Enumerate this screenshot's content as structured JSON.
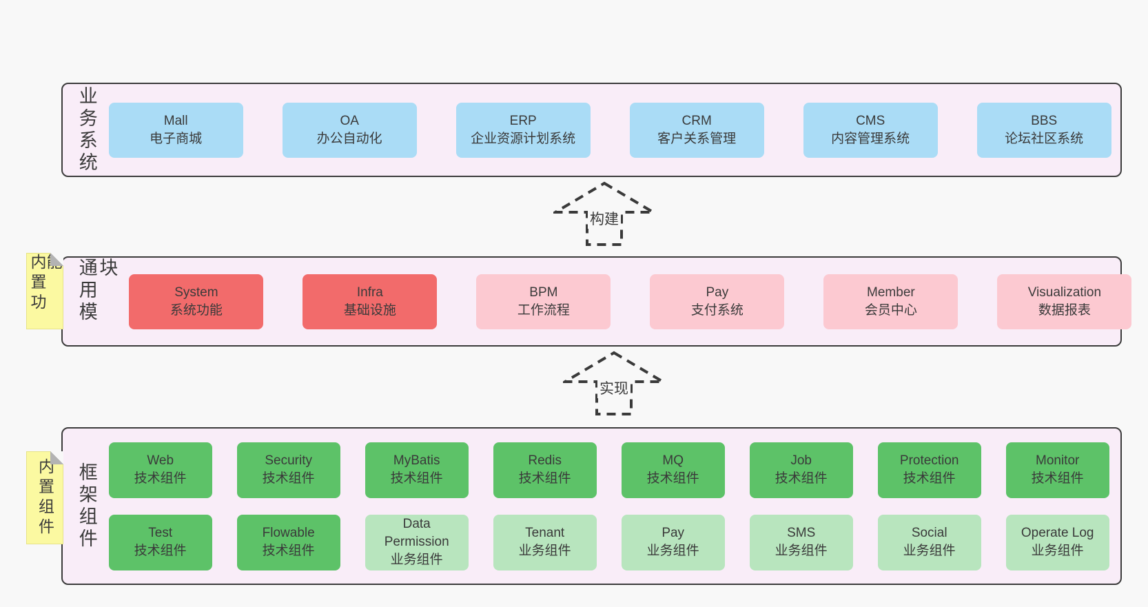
{
  "palette": {
    "page_bg": "#f8f8f8",
    "container_bg": "#f9edf8",
    "container_border": "#3b3b3b",
    "blue": "#aadcf6",
    "red": "#f26b6b",
    "pink": "#fcc9d1",
    "green": "#5dc268",
    "light_green": "#b8e5be",
    "note_bg": "#fbf9a1",
    "note_fold": "#b3b3b3",
    "text": "#3a3a3a"
  },
  "arrows": [
    {
      "label": "构建"
    },
    {
      "label": "实现"
    }
  ],
  "sections": [
    {
      "label": "业务系统",
      "rows": [
        [
          {
            "name": "Mall",
            "desc": "电子商城",
            "variant": "blue"
          },
          {
            "name": "OA",
            "desc": "办公自动化",
            "variant": "blue"
          },
          {
            "name": "ERP",
            "desc": "企业资源计划系统",
            "variant": "blue"
          },
          {
            "name": "CRM",
            "desc": "客户关系管理",
            "variant": "blue"
          },
          {
            "name": "CMS",
            "desc": "内容管理系统",
            "variant": "blue"
          },
          {
            "name": "BBS",
            "desc": "论坛社区系统",
            "variant": "blue"
          }
        ]
      ]
    },
    {
      "label": "通用模块",
      "note": "内置功能",
      "rows": [
        [
          {
            "name": "System",
            "desc": "系统功能",
            "variant": "red"
          },
          {
            "name": "Infra",
            "desc": "基础设施",
            "variant": "red"
          },
          {
            "name": "BPM",
            "desc": "工作流程",
            "variant": "pink"
          },
          {
            "name": "Pay",
            "desc": "支付系统",
            "variant": "pink"
          },
          {
            "name": "Member",
            "desc": "会员中心",
            "variant": "pink"
          },
          {
            "name": "Visualization",
            "desc": "数据报表",
            "variant": "pink"
          }
        ]
      ]
    },
    {
      "label": "框架组件",
      "note": "内置组件",
      "rows": [
        [
          {
            "name": "Web",
            "desc": "技术组件",
            "variant": "green"
          },
          {
            "name": "Security",
            "desc": "技术组件",
            "variant": "green"
          },
          {
            "name": "MyBatis",
            "desc": "技术组件",
            "variant": "green"
          },
          {
            "name": "Redis",
            "desc": "技术组件",
            "variant": "green"
          },
          {
            "name": "MQ",
            "desc": "技术组件",
            "variant": "green"
          },
          {
            "name": "Job",
            "desc": "技术组件",
            "variant": "green"
          },
          {
            "name": "Protection",
            "desc": "技术组件",
            "variant": "green"
          },
          {
            "name": "Monitor",
            "desc": "技术组件",
            "variant": "green"
          }
        ],
        [
          {
            "name": "Test",
            "desc": "技术组件",
            "variant": "green"
          },
          {
            "name": "Flowable",
            "desc": "技术组件",
            "variant": "green"
          },
          {
            "name": "Data Permission",
            "desc": "业务组件",
            "variant": "light-green"
          },
          {
            "name": "Tenant",
            "desc": "业务组件",
            "variant": "light-green"
          },
          {
            "name": "Pay",
            "desc": "业务组件",
            "variant": "light-green"
          },
          {
            "name": "SMS",
            "desc": "业务组件",
            "variant": "light-green"
          },
          {
            "name": "Social",
            "desc": "业务组件",
            "variant": "light-green"
          },
          {
            "name": "Operate Log",
            "desc": "业务组件",
            "variant": "light-green"
          }
        ]
      ]
    }
  ]
}
